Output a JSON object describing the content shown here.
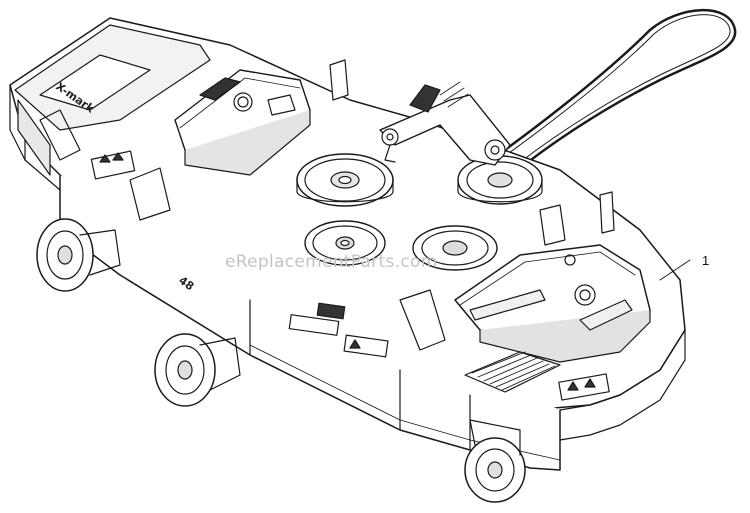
{
  "diagram": {
    "watermark": "eReplacementParts.com",
    "callout_number": "1",
    "deck_brand": "X-mark",
    "deck_size_label": "48",
    "colors": {
      "line": "#1a1a1a",
      "shade": "#d6d6d6",
      "background": "#ffffff",
      "watermark": "#c4c4c4"
    },
    "parts": [
      {
        "name": "mower-deck",
        "icon": "deck-housing"
      },
      {
        "name": "drive-belt",
        "icon": "belt-loop"
      },
      {
        "name": "idler-arm",
        "icon": "idler-arm"
      },
      {
        "name": "spindle-pulley",
        "icon": "pulley"
      },
      {
        "name": "belt-cover",
        "icon": "cover"
      },
      {
        "name": "anti-scalp-wheel",
        "icon": "wheel"
      },
      {
        "name": "safety-decal",
        "icon": "decal"
      }
    ]
  }
}
